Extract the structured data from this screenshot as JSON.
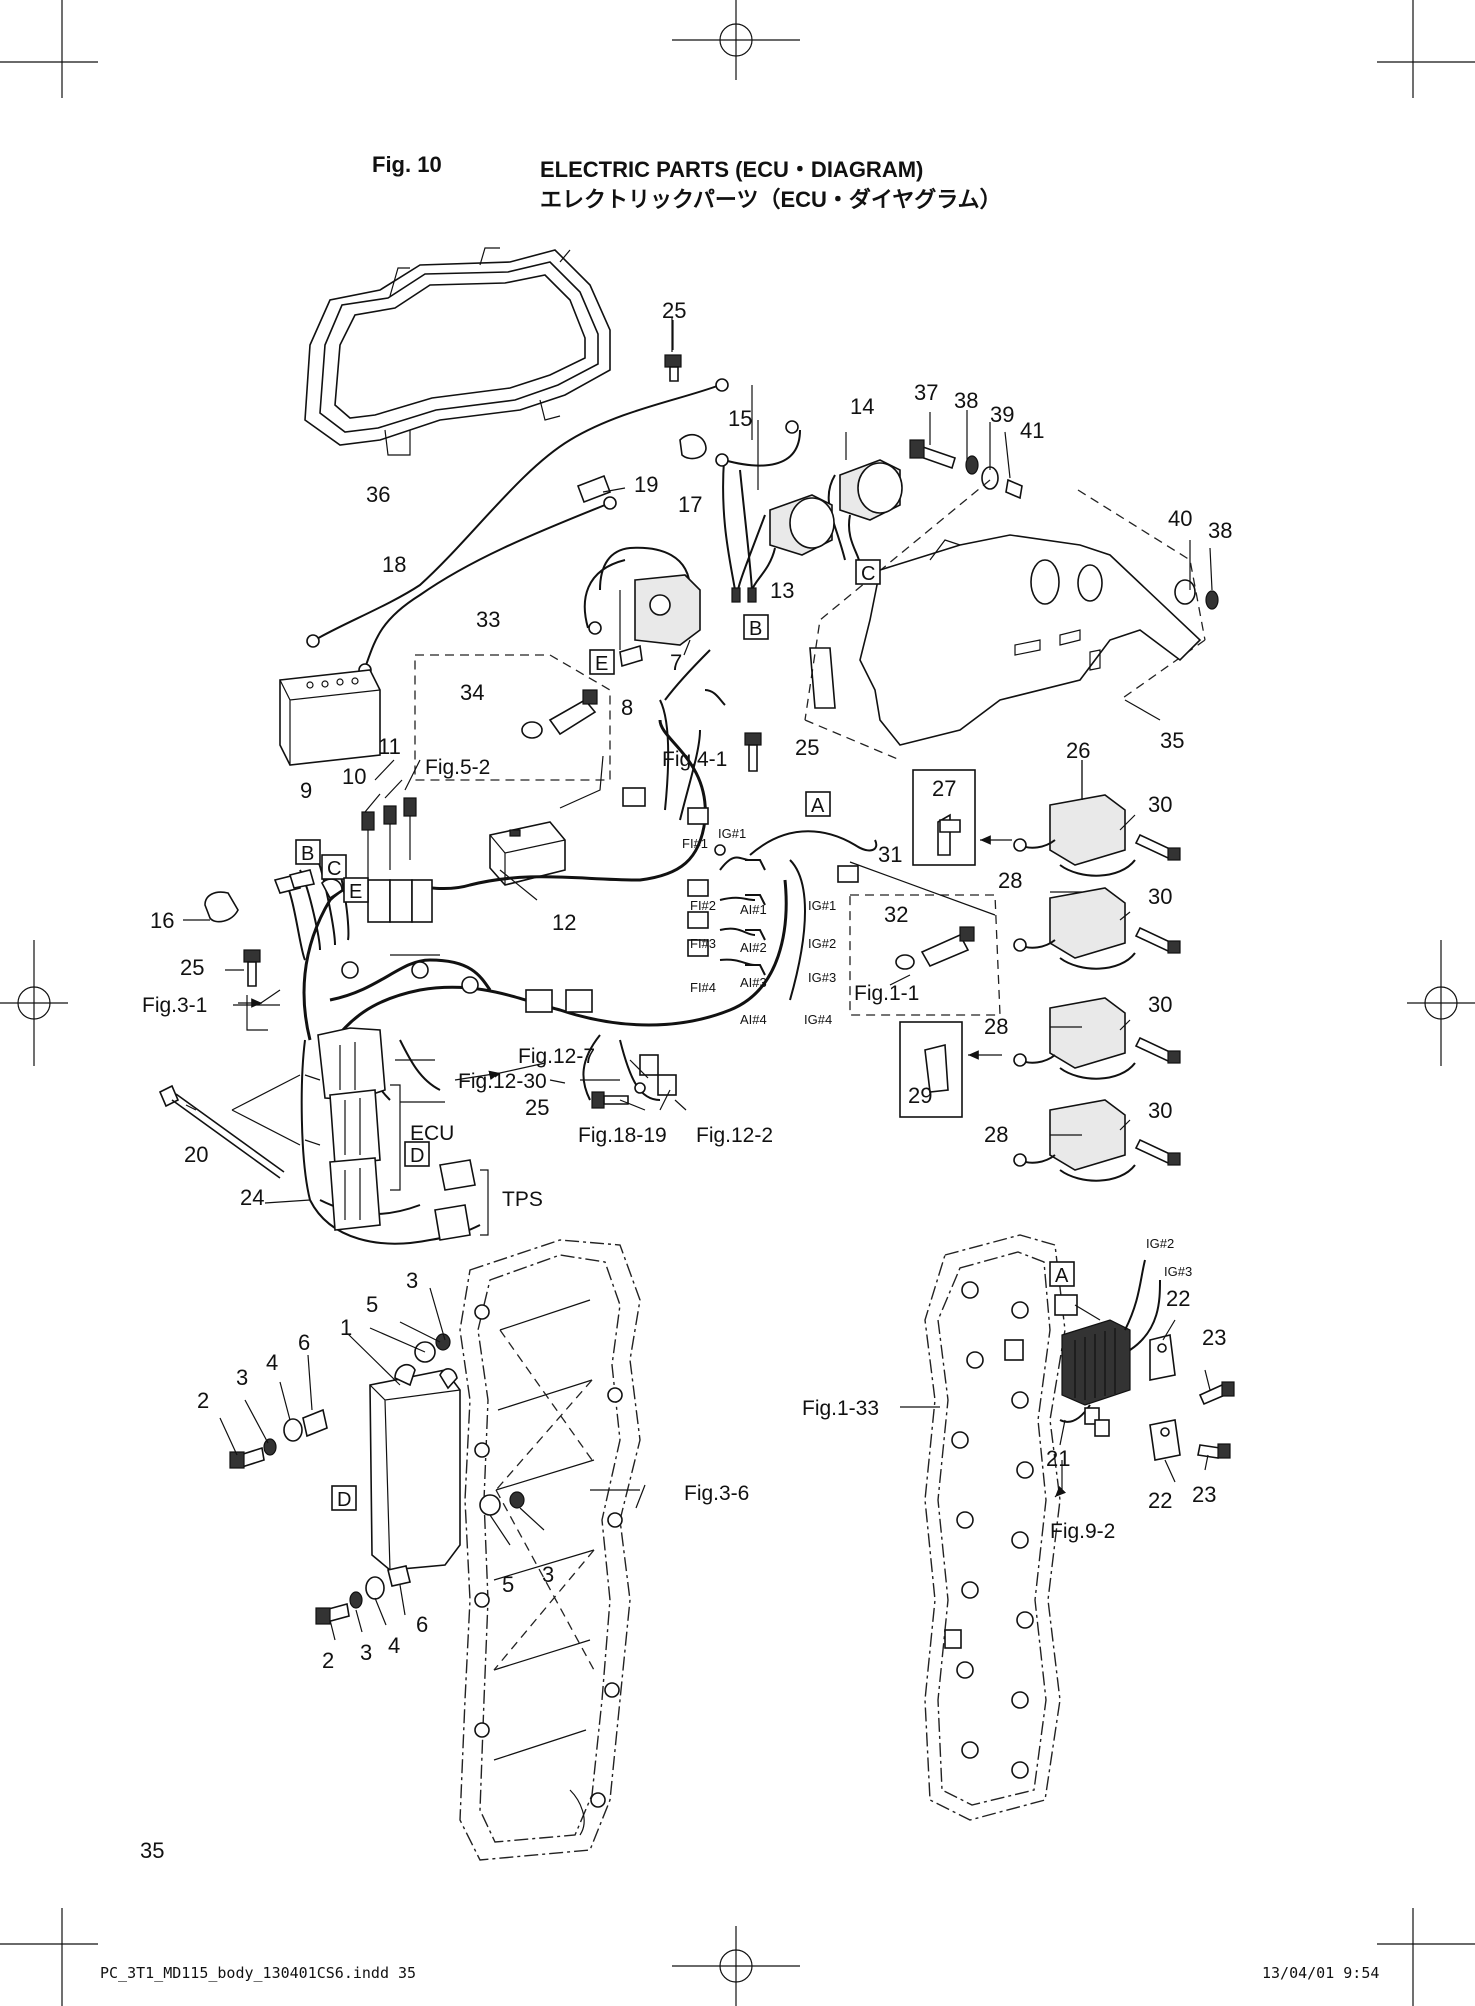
{
  "header": {
    "fig_no": "Fig. 10",
    "title_en": "ELECTRIC PARTS (ECU・DIAGRAM)",
    "title_jp": "エレクトリックパーツ（ECU・ダイヤグラム）"
  },
  "page_number": "35",
  "footer": {
    "file": "PC_3T1_MD115_body_130401CS6.indd 35",
    "timestamp": "13/04/01 9:54"
  },
  "callouts": {
    "n1": "1",
    "n2a": "2",
    "n2b": "2",
    "n3a": "3",
    "n3b": "3",
    "n3c": "3",
    "n3d": "3",
    "n4a": "4",
    "n4b": "4",
    "n5a": "5",
    "n5b": "5",
    "n6a": "6",
    "n6b": "6",
    "n7": "7",
    "n8": "8",
    "n9": "9",
    "n10": "10",
    "n11": "11",
    "n12": "12",
    "n13": "13",
    "n14": "14",
    "n15": "15",
    "n16": "16",
    "n17": "17",
    "n18": "18",
    "n19": "19",
    "n20": "20",
    "n21": "21",
    "n22a": "22",
    "n22b": "22",
    "n23a": "23",
    "n23b": "23",
    "n24": "24",
    "n25a": "25",
    "n25b": "25",
    "n25c": "25",
    "n25d": "25",
    "n26": "26",
    "n27": "27",
    "n28a": "28",
    "n28b": "28",
    "n28c": "28",
    "n29": "29",
    "n30a": "30",
    "n30b": "30",
    "n30c": "30",
    "n30d": "30",
    "n31": "31",
    "n32": "32",
    "n33": "33",
    "n34": "34",
    "n35": "35",
    "n36": "36",
    "n37": "37",
    "n38a": "38",
    "n38b": "38",
    "n39": "39",
    "n40": "40",
    "n41": "41"
  },
  "boxes": {
    "A1": "A",
    "A2": "A",
    "B1": "B",
    "B2": "B",
    "C1": "C",
    "C2": "C",
    "D1": "D",
    "D2": "D",
    "E1": "E",
    "E2": "E"
  },
  "refs": {
    "fig5_2": "Fig.5-2",
    "fig4_1": "Fig.4-1",
    "fig3_1": "Fig.3-1",
    "fig12_7": "Fig.12-7",
    "fig12_30": "Fig.12-30",
    "fig18_19": "Fig.18-19",
    "fig12_2": "Fig.12-2",
    "fig1_1": "Fig.1-1",
    "fig3_6": "Fig.3-6",
    "fig1_33": "Fig.1-33",
    "fig9_2": "Fig.9-2"
  },
  "wire_labels": {
    "ecu": "ECU",
    "tps": "TPS",
    "fi1": "FI#1",
    "fi2": "FI#2",
    "fi3": "FI#3",
    "fi4": "FI#4",
    "ig1a": "IG#1",
    "ig1b": "IG#1",
    "ig2a": "IG#2",
    "ig3a": "IG#3",
    "ig4": "IG#4",
    "ai1": "AI#1",
    "ai2": "AI#2",
    "ai3": "AI#3",
    "ai4": "AI#4",
    "ig2b": "IG#2",
    "ig3b": "IG#3"
  }
}
